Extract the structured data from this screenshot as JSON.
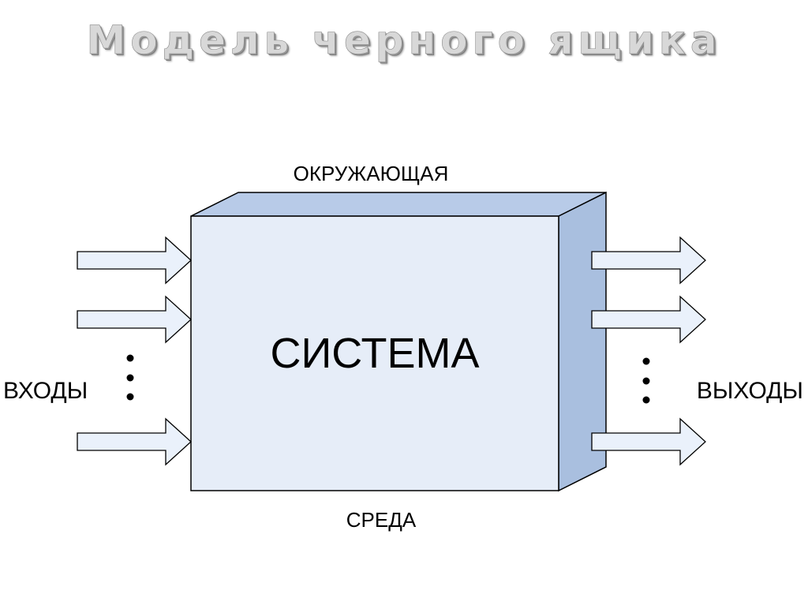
{
  "title": "Модель черного ящика",
  "diagram": {
    "top_label": "ОКРУЖАЮЩАЯ",
    "center_label": "СИСТЕМА",
    "bottom_label": "СРЕДА",
    "left_label": "ВХОДЫ",
    "right_label": "ВЫХОДЫ"
  },
  "colors": {
    "box_front": "#e6edf8",
    "box_side": "#a9bfdf",
    "box_top": "#b8cbe8",
    "arrow_fill": "#eaf1fb",
    "outline": "#000000"
  }
}
